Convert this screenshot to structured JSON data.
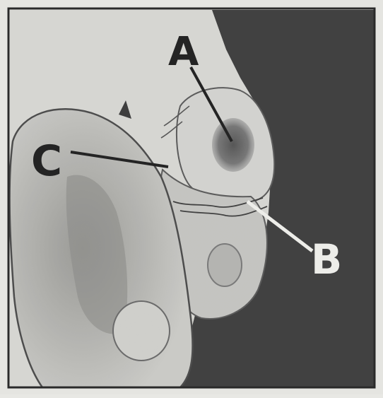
{
  "figure": {
    "labels": {
      "a": "A",
      "b": "B",
      "c": "C"
    },
    "colors": {
      "paper": "#ecece8",
      "background_dark": "#3d3d3d",
      "tissue_light": "#d6d6d2",
      "tissue_mid": "#a9a9a5",
      "spot": "#6e6e6e",
      "ink": "#1e1e1e",
      "label_white": "#f4f4f0"
    }
  }
}
